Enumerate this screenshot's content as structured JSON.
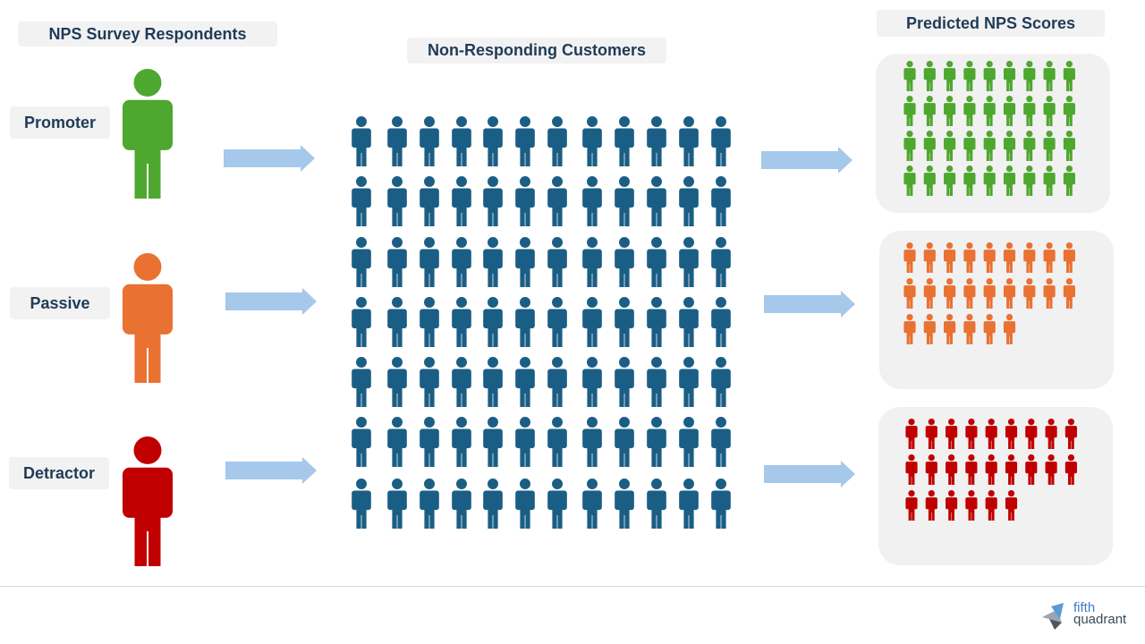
{
  "headers": {
    "respondents": "NPS Survey Respondents",
    "non_responding": "Non-Responding Customers",
    "predicted": "Predicted NPS Scores"
  },
  "categories": [
    {
      "label": "Promoter",
      "color": "#4ea72e"
    },
    {
      "label": "Passive",
      "color": "#e97132"
    },
    {
      "label": "Detractor",
      "color": "#c00000"
    }
  ],
  "non_responding_color": "#1b5e85",
  "arrow_color": "#a6c8ea",
  "predicted_counts": {
    "promoter_rows": [
      9,
      9,
      9,
      9
    ],
    "passive_rows": [
      9,
      9,
      6
    ],
    "detractor_rows": [
      9,
      9,
      6
    ]
  },
  "logo": {
    "line1": "fifth",
    "line2": "quadrant"
  }
}
